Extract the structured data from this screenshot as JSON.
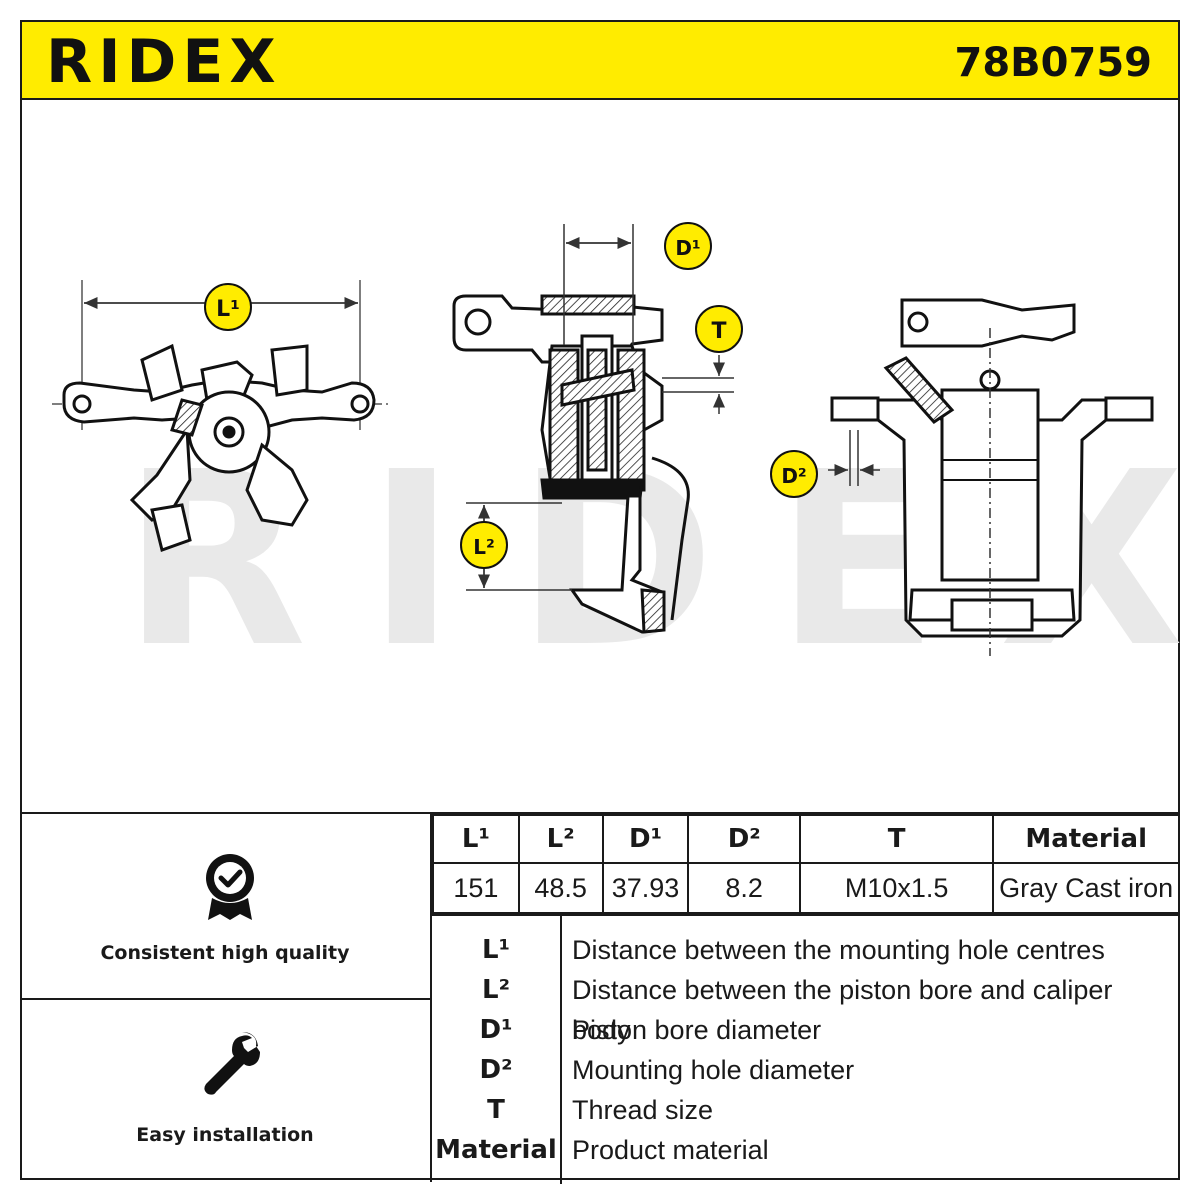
{
  "header": {
    "logo": "RIDEX",
    "part_number": "78B0759"
  },
  "drawing": {
    "watermark": "RIDEX",
    "labels": {
      "l1": "L¹",
      "l2": "L²",
      "d1": "D¹",
      "d2": "D²",
      "t": "T"
    }
  },
  "features": [
    {
      "label": "Consistent high quality",
      "icon": "quality-badge-check-icon"
    },
    {
      "label": "Easy installation",
      "icon": "wrench-icon"
    }
  ],
  "spec_table": {
    "headers": [
      "L¹",
      "L²",
      "D¹",
      "D²",
      "T",
      "Material"
    ],
    "values": [
      "151",
      "48.5",
      "37.93",
      "8.2",
      "M10x1.5",
      "Gray Cast iron"
    ]
  },
  "legend": [
    {
      "key": "L¹",
      "desc": "Distance between the mounting hole centres"
    },
    {
      "key": "L²",
      "desc": "Distance between the piston bore and caliper body"
    },
    {
      "key": "D¹",
      "desc": "Piston bore diameter"
    },
    {
      "key": "D²",
      "desc": "Mounting hole diameter"
    },
    {
      "key": "T",
      "desc": "Thread size"
    },
    {
      "key": "Material",
      "desc": "Product material"
    }
  ],
  "colors": {
    "brand_yellow": "#ffec00",
    "ink": "#1a1a1a",
    "watermark": "#e9e9e9"
  }
}
